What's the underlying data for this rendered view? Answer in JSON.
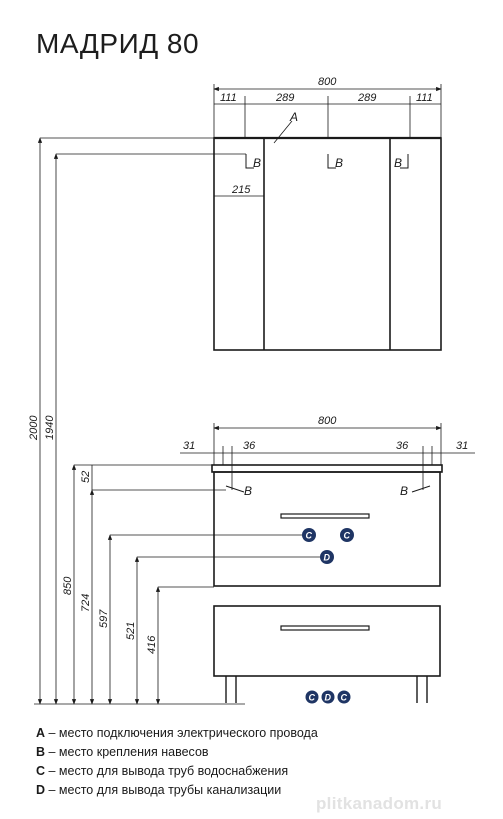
{
  "title": "МАДРИД 80",
  "mirror": {
    "width": "800",
    "segments": [
      "111",
      "289",
      "289",
      "111"
    ],
    "shelf_offset": "215",
    "point_a": "A",
    "point_b": "B"
  },
  "cabinet": {
    "width": "800",
    "left_offsets": [
      "31",
      "36"
    ],
    "right_offsets": [
      "36",
      "31"
    ],
    "top_band": "52",
    "point_b": "B",
    "point_c": "C",
    "point_d": "D"
  },
  "heights": [
    "2000",
    "1940",
    "850",
    "724",
    "597",
    "521",
    "416"
  ],
  "legend": [
    {
      "key": "A",
      "text": " – место подключения электрического провода"
    },
    {
      "key": "B",
      "text": " – место крепления навесов"
    },
    {
      "key": "C",
      "text": " – место для вывода труб водоснабжения"
    },
    {
      "key": "D",
      "text": " – место для вывода трубы канализации"
    }
  ],
  "watermark": "plitkanadom.ru",
  "colors": {
    "line": "#1a1a1a",
    "marker": "#1f3564"
  }
}
